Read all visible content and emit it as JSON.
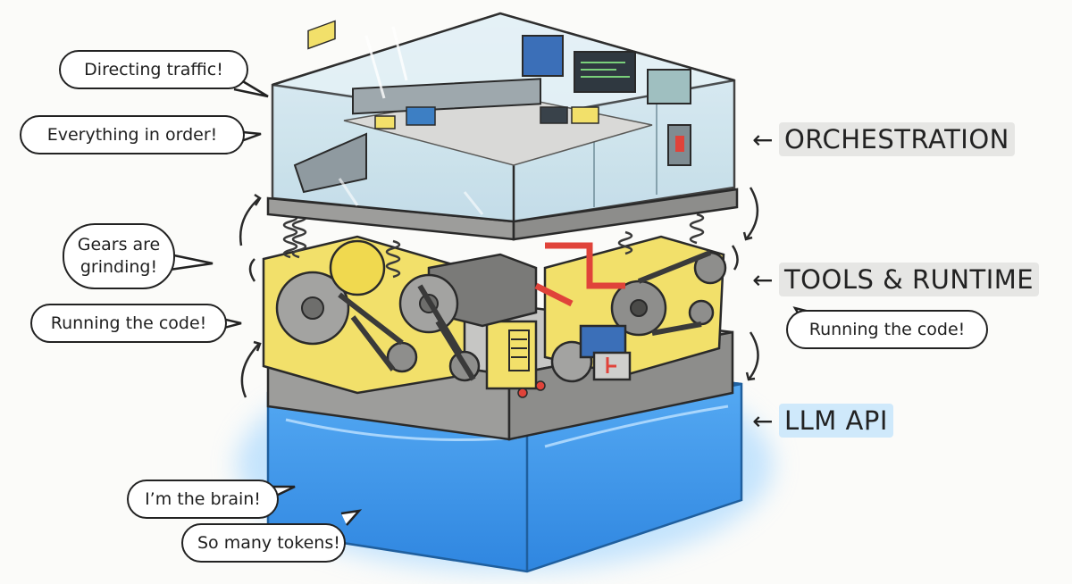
{
  "labels": {
    "orchestration": "ORCHESTRATION",
    "tools_runtime": "TOOLS & RUNTIME",
    "llm_api": "LLM API",
    "arrow": "←"
  },
  "bubbles": {
    "directing": "Directing traffic!",
    "order": "Everything in order!",
    "gears": "Gears are grinding!",
    "running_left": "Running the code!",
    "running_right": "Running the code!",
    "brain": "I’m the brain!",
    "tokens": "So many tokens!"
  },
  "colors": {
    "glass": "#cde5ef",
    "machinery": "#f2e06a",
    "gear": "#9a9a98",
    "plate": "#b9b9b7",
    "llm_block": "#4a9ef0",
    "llm_glow": "#9fd4ff",
    "belt": "#3a3a3a",
    "pipe": "#e0433a"
  }
}
